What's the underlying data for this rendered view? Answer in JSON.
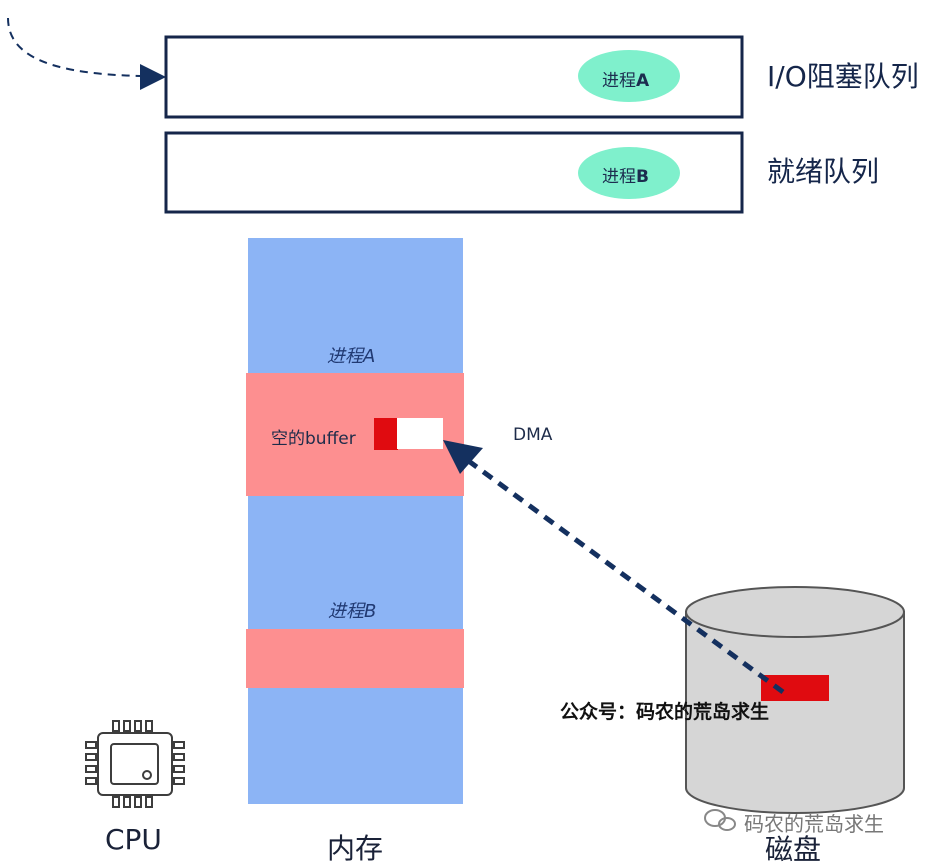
{
  "queues": {
    "io_blocked": {
      "label": "I/O阻塞队列",
      "process_prefix": "进程",
      "process_id": "A"
    },
    "ready": {
      "label": "就绪队列",
      "process_prefix": "进程",
      "process_id": "B"
    }
  },
  "memory": {
    "caption": "内存",
    "process_a_label": "进程A",
    "process_b_label": "进程B",
    "buffer_label": "空的buffer"
  },
  "dma_label": "DMA",
  "disk_caption": "磁盘",
  "cpu_caption": "CPU",
  "watermark": "公众号：码农的荒岛求生",
  "footer_watermark": "码农的荒岛求生",
  "colors": {
    "queue_border": "#15264a",
    "pill_fill": "#7ff0cc",
    "memory_blue": "#8cb4f5",
    "memory_red": "#fd8f90",
    "buffer_red": "#e00b10",
    "arrow_navy": "#14305f",
    "disk_fill": "#d6d6d6"
  },
  "icons": [
    "cpu-chip-icon",
    "disk-cylinder-icon",
    "wechat-icon"
  ]
}
